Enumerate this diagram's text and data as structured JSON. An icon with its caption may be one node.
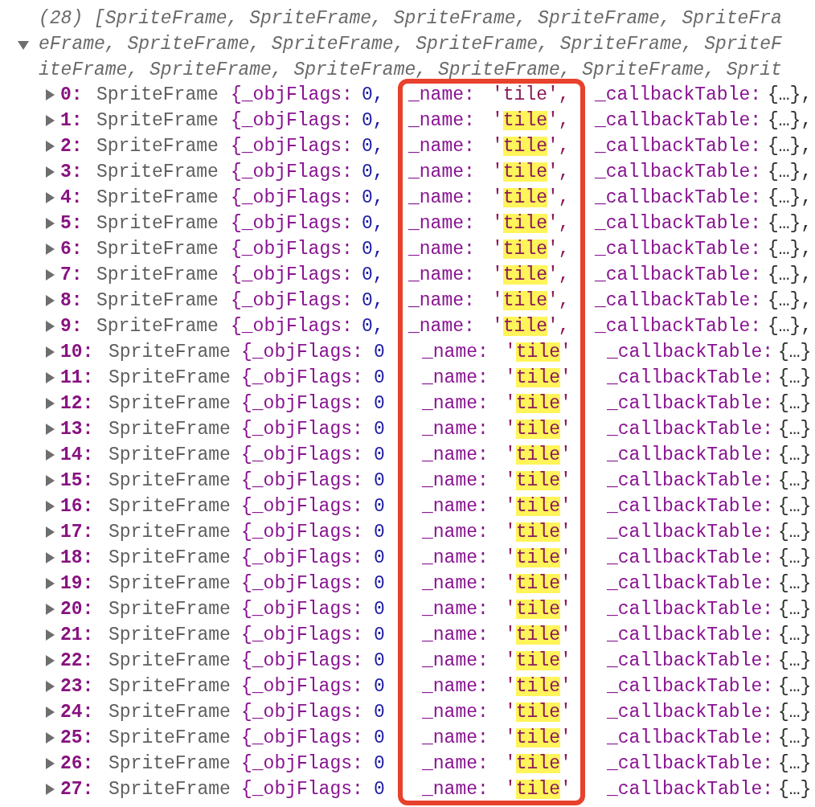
{
  "diagram": {
    "labels": [
      "(28) [SpriteFrame, SpriteFrame, SpriteFrame, SpriteFrame, SpriteFra",
      "eFrame, SpriteFrame, SpriteFrame, SpriteFrame, SpriteFrame, SpriteF",
      "iteFrame, SpriteFrame, SpriteFrame, SpriteFrame, SpriteFrame, Sprit",
      "0:",
      "SpriteFrame",
      "{_objFlags:",
      "0,",
      "_name:",
      "'tile',",
      "_callbackTable:",
      "{…},",
      "1:",
      "SpriteFrame",
      "{_objFlags:",
      "0,",
      "_name:",
      "'tile',",
      "_callbackTable:",
      "{…},",
      "2:",
      "SpriteFrame",
      "{_objFlags:",
      "0,",
      "_name:",
      "'tile',",
      "_callbackTable:",
      "{…},",
      "3:",
      "SpriteFrame",
      "{_objFlags:",
      "0,",
      "_name:",
      "'tile',",
      "_callbackTable:",
      "{…},",
      "4:",
      "SpriteFrame",
      "{_objFlags:",
      "0,",
      "_name:",
      "'tile',",
      "_callbackTable:",
      "{…},",
      "5:",
      "SpriteFrame",
      "{_objFlags:",
      "0,",
      "_name:",
      "'tile',",
      "_callbackTable:",
      "{…},",
      "6:",
      "SpriteFrame",
      "{_objFlags:",
      "0,",
      "_name:",
      "'tile',",
      "_callbackTable:",
      "{…},",
      "7:",
      "SpriteFrame",
      "{_objFlags:",
      "0,",
      "_name:",
      "'tile',",
      "_callbackTable:",
      "{…},",
      "8:",
      "SpriteFrame",
      "{_objFlags:",
      "0,",
      "_name:",
      "'tile',",
      "_callbackTable:",
      "{…},",
      "9:",
      "SpriteFrame",
      "{_objFlags:",
      "0,",
      "_name:",
      "'tile',",
      "_callbackTable:",
      "{…},",
      "10:",
      "SpriteFrame",
      "{_objFlags:",
      "0",
      "_name:",
      "'tile'",
      "_callbackTable:",
      "{…}",
      "11:",
      "SpriteFrame",
      "{_objFlags:",
      "0",
      "_name:",
      "'tile'",
      "_callbackTable:",
      "{…}",
      "12:",
      "SpriteFrame",
      "{_objFlags:",
      "0",
      "_name:",
      "'tile'",
      "_callbackTable:",
      "{…}",
      "13:",
      "SpriteFrame",
      "{_objFlags:",
      "0",
      "_name:",
      "'tile'",
      "_callbackTable:",
      "{…}",
      "14:",
      "SpriteFrame",
      "{_objFlags:",
      "0",
      "_name:",
      "'tile'",
      "_callbackTable:",
      "{…}",
      "15:",
      "SpriteFrame",
      "{_objFlags:",
      "0",
      "_name:",
      "'tile'",
      "_callbackTable:",
      "{…}",
      "16:",
      "SpriteFrame",
      "{_objFlags:",
      "0",
      "_name:",
      "'tile'",
      "_callbackTable:",
      "{…}",
      "17:",
      "SpriteFrame",
      "{_objFlags:",
      "0",
      "_name:",
      "'tile'",
      "_callbackTable:",
      "{…}",
      "18:",
      "SpriteFrame",
      "{_objFlags:",
      "0",
      "_name:",
      "'tile'",
      "_callbackTable:",
      "{…}",
      "19:",
      "SpriteFrame",
      "{_objFlags:",
      "0",
      "_name:",
      "'tile'",
      "_callbackTable:",
      "{…}",
      "20:",
      "SpriteFrame",
      "{_objFlags:",
      "0",
      "_name:",
      "'tile'",
      "_callbackTable:",
      "{…}",
      "21:",
      "SpriteFrame",
      "{_objFlags:",
      "0",
      "_name:",
      "'tile'",
      "_callbackTable:",
      "{…}",
      "22:",
      "SpriteFrame",
      "{_objFlags:",
      "0",
      "_name:",
      "'tile'",
      "_callbackTable:",
      "{…}",
      "23:",
      "SpriteFrame",
      "{_objFlags:",
      "0",
      "_name:",
      "'tile'",
      "_callbackTable:",
      "{…}",
      "24:",
      "SpriteFrame",
      "{_objFlags:",
      "0",
      "_name:",
      "'tile'",
      "_callbackTable:",
      "{…}",
      "25:",
      "SpriteFrame",
      "{_objFlags:",
      "0",
      "_name:",
      "'tile'",
      "_callbackTable:",
      "{…}",
      "26:",
      "SpriteFrame",
      "{_objFlags:",
      "0",
      "_name:",
      "'tile'",
      "_callbackTable:",
      "{…}",
      "27:",
      "SpriteFrame",
      "{_objFlags:",
      "0",
      "_name:",
      "'tile'",
      "_callbackTable:",
      "{…}"
    ]
  }
}
